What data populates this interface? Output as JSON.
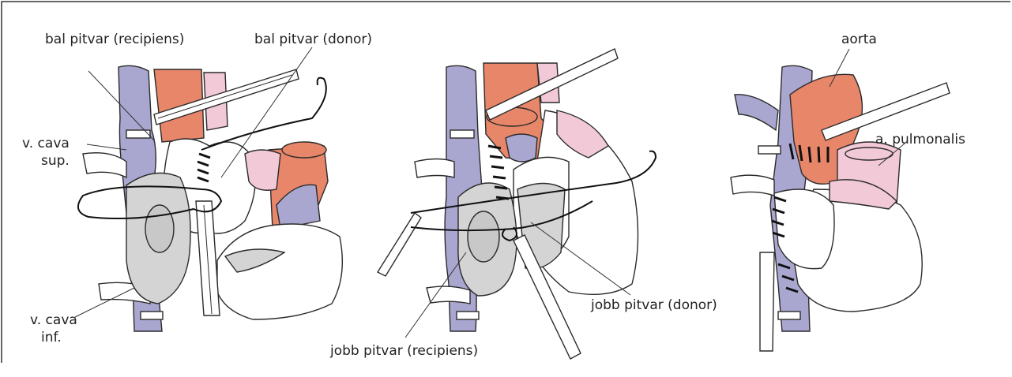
{
  "labels": {
    "bal_pitvar_recipiens": "bal pitvar (recipiens)",
    "bal_pitvar_donor": "bal pitvar (donor)",
    "v_cava_sup_line1": "v. cava",
    "v_cava_sup_line2": "sup.",
    "v_cava_inf_line1": "v. cava",
    "v_cava_inf_line2": "inf.",
    "jobb_pitvar_recipiens": "jobb pitvar (recipiens)",
    "jobb_pitvar_donor": "jobb pitvar (donor)",
    "aorta": "aorta",
    "a_pulmonalis": "a. pulmonalis"
  },
  "colors": {
    "vena_cava": "#a9a6cf",
    "aorta": "#e8866a",
    "pulmonary": "#f2c9d6",
    "atrium": "#d4d4d4",
    "tissue": "#ffffff",
    "frame": "#333333"
  }
}
